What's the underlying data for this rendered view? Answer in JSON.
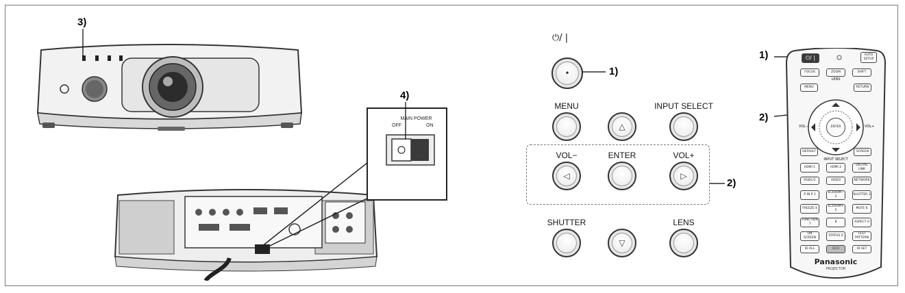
{
  "callouts": {
    "c3": "3)",
    "c4": "4)",
    "c1_panel": "1)",
    "c2_panel": "2)",
    "c1_remote": "1)",
    "c2_remote": "2)"
  },
  "switch": {
    "title": "MAIN POWER",
    "off_label": "OFF",
    "on_label": "ON"
  },
  "panel": {
    "power_label": "⏻/ |",
    "menu_label": "MENU",
    "input_select_label": "INPUT SELECT",
    "vol_minus_label": "VOL−",
    "enter_label": "ENTER",
    "vol_plus_label": "VOL+",
    "shutter_label": "SHUTTER",
    "lens_label": "LENS",
    "up_glyph": "△",
    "down_glyph": "▽",
    "left_glyph": "◁",
    "right_glyph": "▷"
  },
  "remote": {
    "power_key": "⏻/ |",
    "auto_setup": "AUTO SETUP",
    "focus": "FOCUS",
    "zoom": "ZOOM",
    "shift": "SHIFT",
    "lens_group": "LENS",
    "menu": "MENU",
    "return": "RETURN",
    "enter": "ENTER",
    "vol_minus": "VOL−",
    "vol_plus": "VOL+",
    "default": "DEFAULT",
    "screen": "SCREEN",
    "input_select_group": "INPUT SELECT",
    "hdmi1": "HDMI 1",
    "hdmi2": "HDMI 2",
    "digital_link": "DIGITAL LINK",
    "rgb12": "RGB1/2",
    "video": "VIDEO",
    "network": "NETWORK",
    "p_in_p": "P IN P 1",
    "d_zoom_minus": "D.ZOOM− 2",
    "shutter": "SHUTTER 3",
    "freeze": "FREEZE 4",
    "d_zoom_plus": "D.ZOOM+ 5",
    "mute": "MUTE 6",
    "fn": "FUNCTION 7",
    "eight": "8",
    "aspect": "ASPECT 9",
    "on_screen": "ON SCREEN",
    "status": "STATUS 0",
    "test_pattern": "TEST PATTERN",
    "id_all": "ID ALL",
    "eco": "ECO",
    "id_set": "ID SET",
    "brand": "Panasonic",
    "sub": "PROJECTOR"
  }
}
